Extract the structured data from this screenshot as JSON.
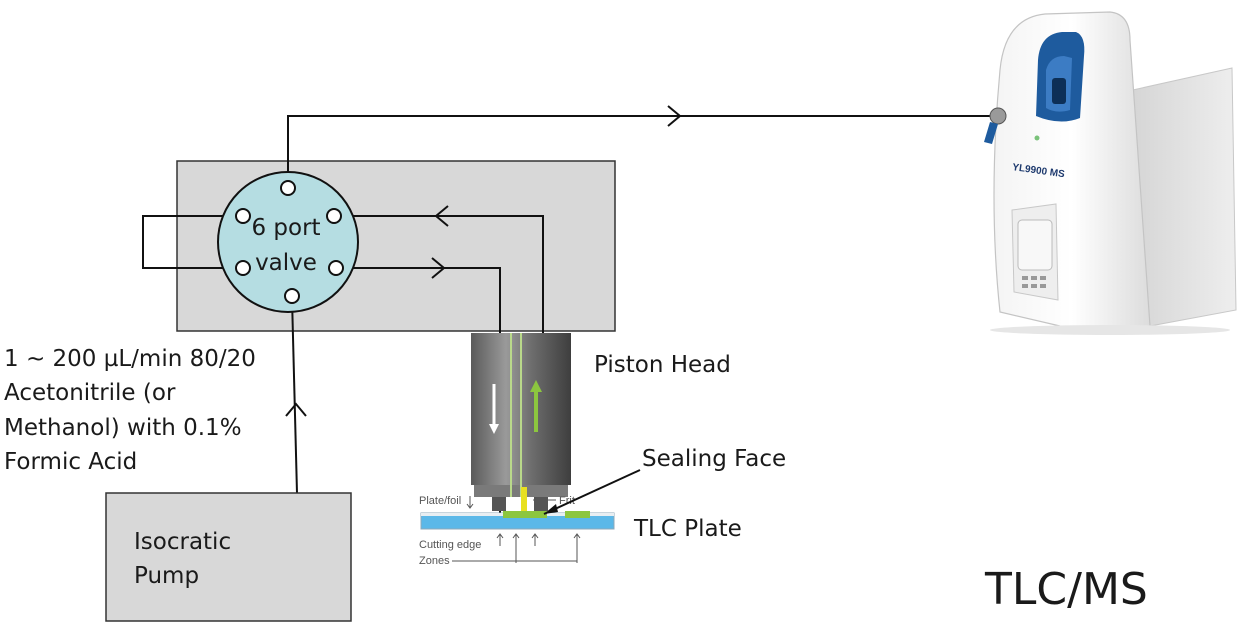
{
  "valve": {
    "line1": "6 port",
    "line2": "valve"
  },
  "flow_note": {
    "line1": "1 ~ 200 µL/min 80/20",
    "line2": "Acetonitrile (or",
    "line3": "Methanol) with 0.1%",
    "line4": "Formic Acid"
  },
  "pump": {
    "line1": "Isocratic",
    "line2": "Pump"
  },
  "labels": {
    "piston_head": "Piston Head",
    "sealing_face": "Sealing Face",
    "tlc_plate": "TLC Plate",
    "title": "TLC/MS"
  },
  "plate_labels": {
    "plate_foil": "Plate/foil",
    "frit": "Frit",
    "cutting_edge": "Cutting edge",
    "zones": "Zones"
  },
  "instrument": {
    "badge": "YL9900 MS"
  },
  "colors": {
    "panel": "#d8d8d8",
    "valve": "#b5dde2",
    "plate": "#5bb8e8",
    "zone": "#8cc63f",
    "frit": "#e8e020",
    "ms_blue": "#1e5b9e"
  }
}
